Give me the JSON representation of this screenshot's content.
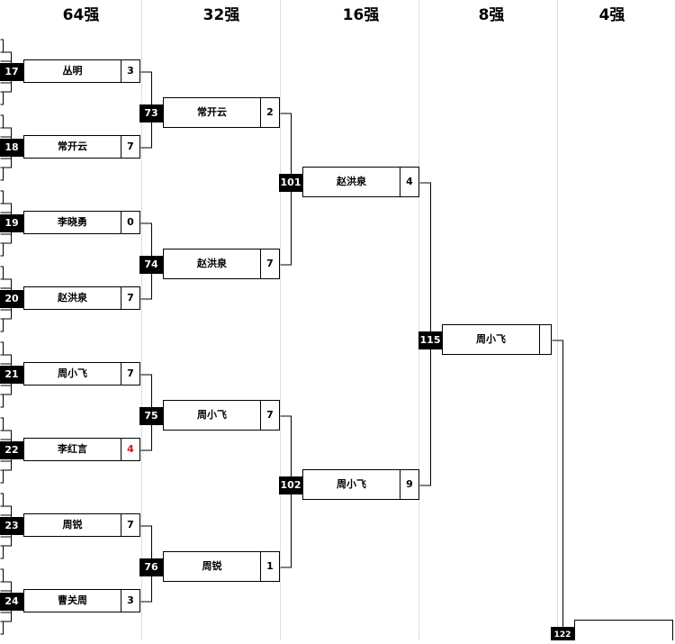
{
  "rounds": [
    "64强",
    "32强",
    "16强",
    "8强",
    "4强"
  ],
  "r64": [
    {
      "no": "17",
      "name": "丛明",
      "score": "3"
    },
    {
      "no": "18",
      "name": "常开云",
      "score": "7"
    },
    {
      "no": "19",
      "name": "李晓勇",
      "score": "0"
    },
    {
      "no": "20",
      "name": "赵洪泉",
      "score": "7"
    },
    {
      "no": "21",
      "name": "周小飞",
      "score": "7"
    },
    {
      "no": "22",
      "name": "李红言",
      "score": "4",
      "highlight": true
    },
    {
      "no": "23",
      "name": "周锐",
      "score": "7"
    },
    {
      "no": "24",
      "name": "曹关周",
      "score": "3"
    }
  ],
  "r32": [
    {
      "no": "73",
      "name": "常开云",
      "score": "2"
    },
    {
      "no": "74",
      "name": "赵洪泉",
      "score": "7"
    },
    {
      "no": "75",
      "name": "周小飞",
      "score": "7"
    },
    {
      "no": "76",
      "name": "周锐",
      "score": "1"
    }
  ],
  "r16": [
    {
      "no": "101",
      "name": "赵洪泉",
      "score": "4"
    },
    {
      "no": "102",
      "name": "周小飞",
      "score": "9"
    }
  ],
  "r8": [
    {
      "no": "115",
      "name": "周小飞",
      "score": ""
    }
  ],
  "r4": [
    {
      "no": "122",
      "name": "",
      "score": ""
    }
  ],
  "colors": {
    "highlight_score": "#e01010",
    "match_badge": "#000000"
  }
}
